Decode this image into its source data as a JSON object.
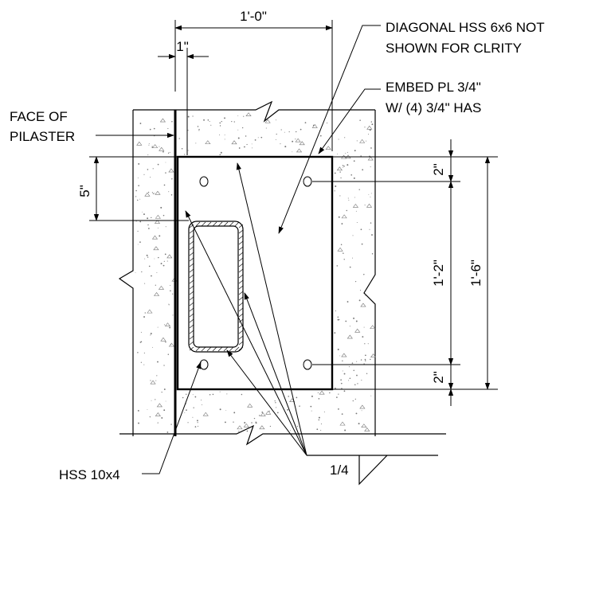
{
  "annotations": {
    "hss_diagonal_line1": "DIAGONAL HSS 6x6 NOT",
    "hss_diagonal_line2": "SHOWN FOR CLRITY",
    "embed_line1": "EMBED PL 3/4\"",
    "embed_line2": "W/ (4) 3/4\" HAS",
    "face_line1": "FACE OF",
    "face_line2": "PILASTER",
    "hss_10x4": "HSS 10x4",
    "weld_size": "1/4"
  },
  "dimensions": {
    "plate_width": "1'-0\"",
    "edge_offset": "1\"",
    "top_offset": "5\"",
    "top_edge": "2\"",
    "anchor_spacing": "1'-2\"",
    "bottom_edge": "2\"",
    "plate_height": "1'-6\""
  },
  "colors": {
    "line": "#000000",
    "concrete": "#ffffff",
    "stipple": "#777777"
  }
}
